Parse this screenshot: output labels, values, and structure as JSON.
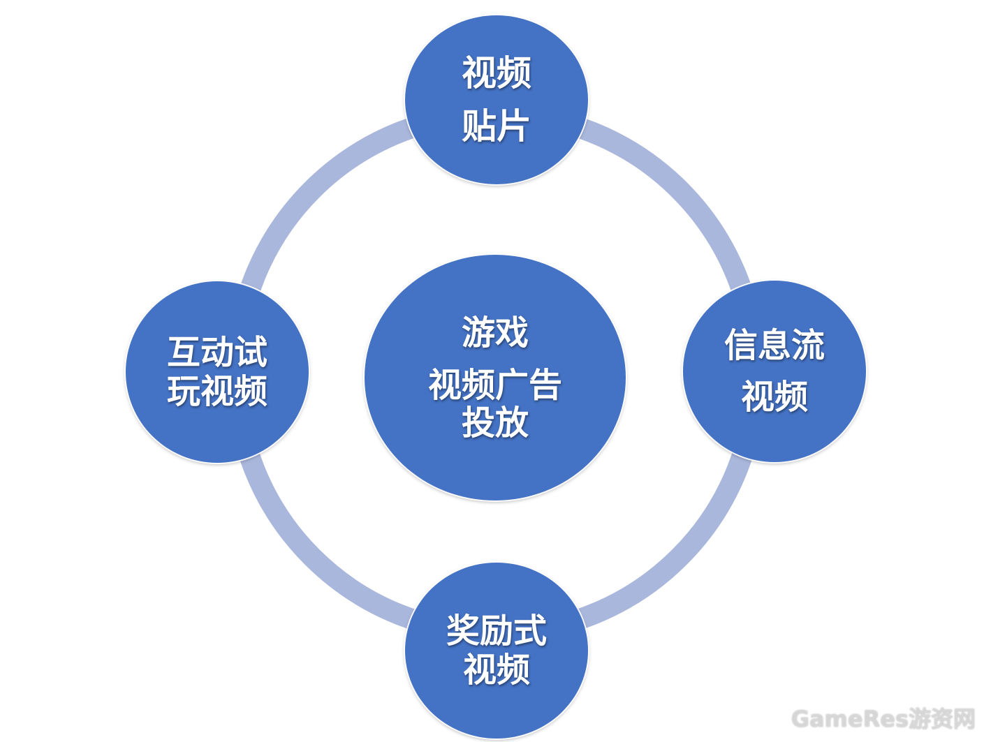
{
  "diagram": {
    "ring_color": "#aab7dc",
    "node_color": "#4472c4",
    "text_color": "#ffffff",
    "center": {
      "lines": [
        "游戏",
        "视频广告",
        "投放"
      ]
    },
    "nodes": {
      "top": {
        "lines": [
          "视频",
          "贴片"
        ]
      },
      "left": {
        "lines": [
          "互动试",
          "玩视频"
        ]
      },
      "right": {
        "lines": [
          "信息流",
          "视频"
        ]
      },
      "bottom": {
        "lines": [
          "奖励式",
          "视频"
        ]
      }
    }
  },
  "watermark": {
    "text": "GameRes游资网"
  }
}
